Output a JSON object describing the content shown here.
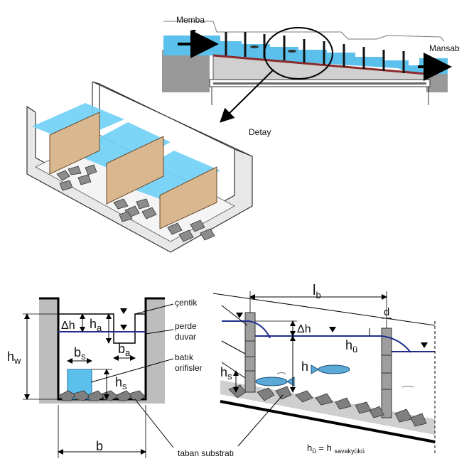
{
  "colors": {
    "water": "#5bc0eb",
    "water_dark": "#1f2d8f",
    "wood": "#d9b88f",
    "concrete": "#bdbdbd",
    "stone": "#7f7f7f",
    "fish": "#5aa9d6"
  },
  "overview": {
    "upstream": "Memba",
    "downstream": "Mansab"
  },
  "detail": {
    "label": "Detay"
  },
  "cross_section": {
    "notch": "çentik",
    "wall_line1": "perde",
    "wall_line2": "duvar",
    "orifice_line1": "batık",
    "orifice_line2": "orifisler",
    "substrate": "taban substratı",
    "dh": "Δh",
    "h": "h",
    "a": "a",
    "s": "s",
    "w": "w",
    "b": "b"
  },
  "long_section": {
    "l": "l",
    "b_sub": "b",
    "d": "d",
    "dh": "Δh",
    "h": "h",
    "h_u": "h",
    "u_sub": "ü",
    "h_s": "h",
    "s_sub": "s",
    "formula_h": "h",
    "formula_u": "ü",
    "formula_eq": " = h ",
    "formula_sub": "savakyükü"
  }
}
